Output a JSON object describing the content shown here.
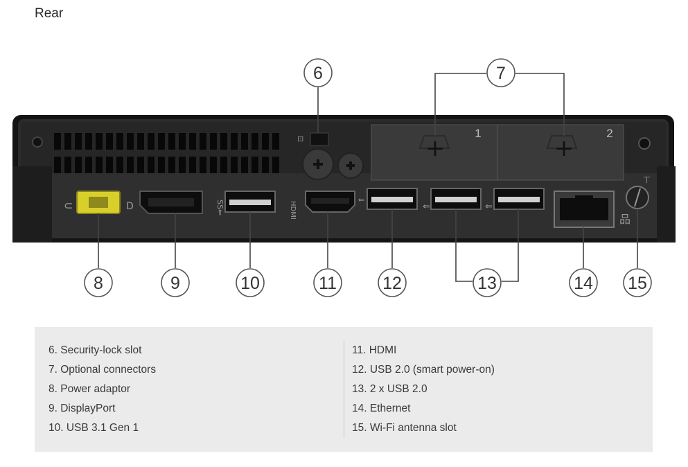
{
  "heading": "Rear",
  "callouts": [
    {
      "n": "6"
    },
    {
      "n": "7"
    },
    {
      "n": "8"
    },
    {
      "n": "9"
    },
    {
      "n": "10"
    },
    {
      "n": "11"
    },
    {
      "n": "12"
    },
    {
      "n": "13"
    },
    {
      "n": "14"
    },
    {
      "n": "15"
    }
  ],
  "slot_numbers": [
    "1",
    "2"
  ],
  "legend": {
    "left": [
      "6. Security-lock slot",
      "7. Optional connectors",
      "8. Power adaptor",
      "9. DisplayPort",
      "10. USB 3.1 Gen 1"
    ],
    "right": [
      "11. HDMI",
      "12. USB 2.0 (smart power-on)",
      "13. 2 x USB 2.0",
      "14. Ethernet",
      "15. Wi-Fi antenna slot"
    ]
  },
  "colors": {
    "chassis": "#2a2a2a",
    "chassis_edge": "#111111",
    "power_port": "#d9cf2a",
    "legend_bg": "#ebebeb",
    "callout_stroke": "#555555"
  },
  "icons": {
    "power": "plug-icon",
    "displayport": "displayport-icon",
    "usb": "usb-icon",
    "hdmi": "hdmi-icon",
    "ethernet": "network-icon",
    "antenna": "wifi-antenna-icon",
    "lock": "lock-icon"
  }
}
